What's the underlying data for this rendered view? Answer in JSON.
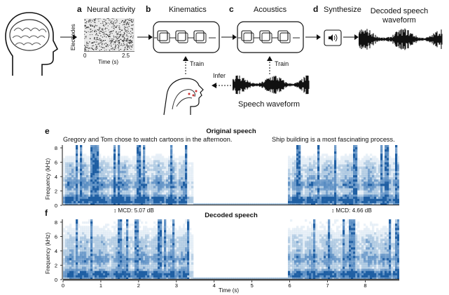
{
  "panels": {
    "a": {
      "letter": "a",
      "title": "Neural activity",
      "ylabel": "Electrodes",
      "xlabel": "Time (s)",
      "ticks": [
        "0",
        "2.5"
      ]
    },
    "b": {
      "letter": "b",
      "title": "Kinematics",
      "train": "Train",
      "infer": "Infer"
    },
    "c": {
      "letter": "c",
      "title": "Acoustics",
      "train": "Train",
      "waveform_label": "Speech waveform"
    },
    "d": {
      "letter": "d",
      "title": "Synthesize",
      "output": "Decoded speech waveform"
    },
    "e": {
      "letter": "e",
      "title": "Original speech",
      "sentence1": "Gregory and Tom chose to watch cartoons in the afternoon.",
      "sentence2": "Ship building is a most fascinating process."
    },
    "f": {
      "letter": "f",
      "title": "Decoded speech",
      "mcd1": "MCD: 5.07 dB",
      "mcd2": "MCD: 4.66 dB"
    }
  },
  "spectrogram": {
    "ylabel": "Frequency (kHz)",
    "yticks": [
      "0",
      "2",
      "4",
      "6",
      "8"
    ],
    "xlabel": "Time (s)",
    "xticks": [
      "0",
      "1",
      "2",
      "3",
      "4",
      "5",
      "6",
      "7",
      "8"
    ],
    "colors": {
      "low": "#ffffff",
      "mid": "#8fb4d6",
      "high": "#1f5fa3"
    }
  }
}
